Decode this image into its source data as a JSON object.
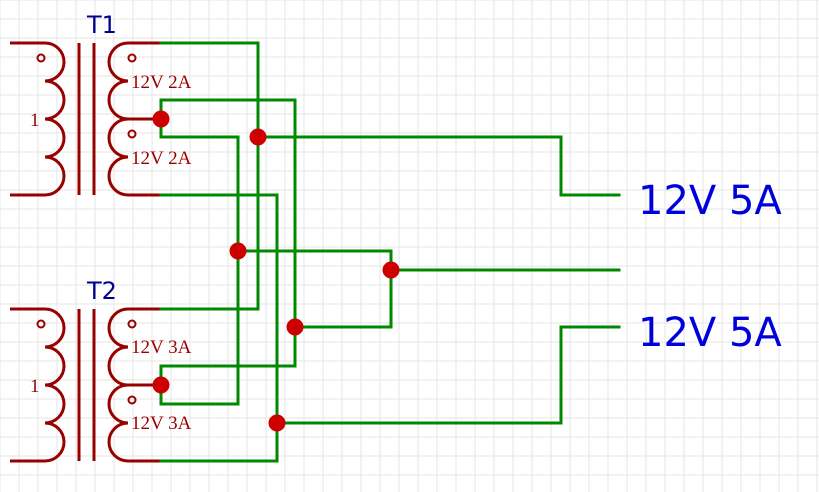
{
  "transformers": [
    {
      "ref": "T1",
      "primary_ratio": "1",
      "secondary_top": "12V 2A",
      "secondary_bottom": "12V 2A"
    },
    {
      "ref": "T2",
      "primary_ratio": "1",
      "secondary_top": "12V 3A",
      "secondary_bottom": "12V 3A"
    }
  ],
  "outputs": [
    {
      "label": "12V 5A"
    },
    {
      "label": "12V 5A"
    }
  ],
  "colors": {
    "wire": "#008800",
    "coil": "#990000",
    "junction": "#cc0000",
    "reference_label": "#00008b",
    "output_label": "#0000dd",
    "grid": "#e6e6e6"
  }
}
